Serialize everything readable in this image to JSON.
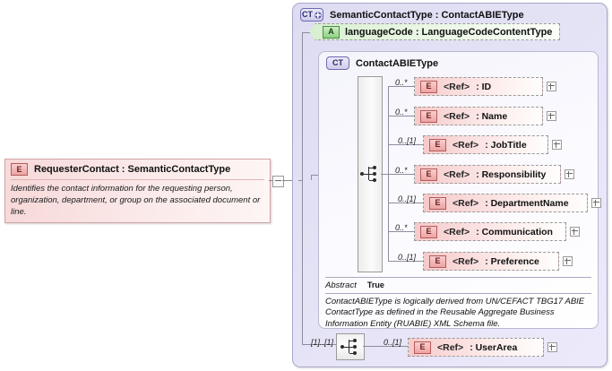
{
  "source_element": {
    "badge": "E",
    "badge_icon": "element-badge-icon",
    "title": "RequesterContact : SemanticContactType",
    "documentation": "Identifies the contact information for the requesting person, organization, department, or group on the associated document or line.",
    "collapse_control": "minus-box-icon"
  },
  "outer_panel": {
    "badge": "CT",
    "badge_icon": "complex-type-expand-badge-icon",
    "title": "SemanticContactType : ContactABIEType",
    "attribute": {
      "badge": "A",
      "badge_icon": "attribute-badge-icon",
      "label": "languageCode : LanguageCodeContentType"
    },
    "sequence_cardinality": "[1]..[1]"
  },
  "inner_panel": {
    "badge": "CT",
    "badge_icon": "complex-type-badge-icon",
    "title": "ContactABIEType",
    "compositor": "sequence-icon",
    "elements": [
      {
        "cardinality": "0..*",
        "badge": "E",
        "ref": "<Ref>",
        "name": ": ID",
        "expand": "+"
      },
      {
        "cardinality": "0..*",
        "badge": "E",
        "ref": "<Ref>",
        "name": ": Name",
        "expand": "+"
      },
      {
        "cardinality": "0..[1]",
        "badge": "E",
        "ref": "<Ref>",
        "name": ": JobTitle",
        "expand": "+"
      },
      {
        "cardinality": "0..*",
        "badge": "E",
        "ref": "<Ref>",
        "name": ": Responsibility",
        "expand": "+"
      },
      {
        "cardinality": "0..[1]",
        "badge": "E",
        "ref": "<Ref>",
        "name": ": DepartmentName",
        "expand": "+"
      },
      {
        "cardinality": "0..*",
        "badge": "E",
        "ref": "<Ref>",
        "name": ": Communication",
        "expand": "+"
      },
      {
        "cardinality": "0..[1]",
        "badge": "E",
        "ref": "<Ref>",
        "name": ": Preference",
        "expand": "+"
      }
    ],
    "abstract_label": "Abstract",
    "abstract_value": "True",
    "documentation": "ContactABIEType is logically derived from UN/CEFACT TBG17 ABIE ContactType as defined in the Reusable Aggregate Business Information Entity (RUABIE) XML Schema file."
  },
  "user_area": {
    "sequence_cardinality": "[1]..[1]",
    "compositor": "sequence-icon",
    "cardinality": "0..[1]",
    "badge": "E",
    "ref": "<Ref>",
    "name": ": UserArea",
    "expand": "+"
  },
  "colors": {
    "element_pink": "#f6c9c9",
    "attribute_green": "#8fd183",
    "panel_lavender": "#dedcf2",
    "inner_panel": "#fafaff",
    "border_purple": "#a9a9c8"
  }
}
